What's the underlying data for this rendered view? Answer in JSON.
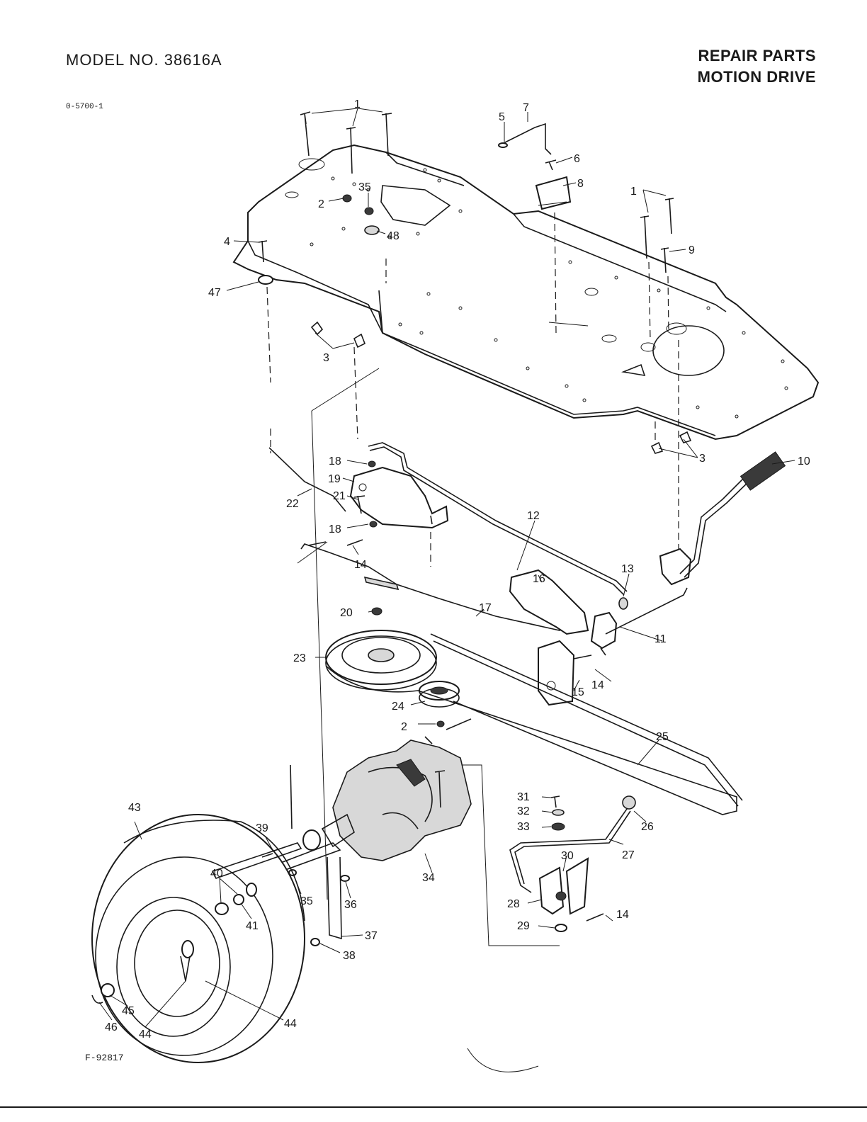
{
  "header": {
    "model": "MODEL NO. 38616A",
    "title_line1": "REPAIR PARTS",
    "title_line2": "MOTION DRIVE",
    "doc_code": "0-5700-1"
  },
  "footer": {
    "figure_code": "F-92817"
  },
  "callouts": [
    {
      "id": "c1a",
      "text": "1"
    },
    {
      "id": "c1b",
      "text": "1"
    },
    {
      "id": "c2a",
      "text": "2"
    },
    {
      "id": "c2b",
      "text": "2"
    },
    {
      "id": "c3a",
      "text": "3"
    },
    {
      "id": "c3b",
      "text": "3"
    },
    {
      "id": "c4",
      "text": "4"
    },
    {
      "id": "c5",
      "text": "5"
    },
    {
      "id": "c6",
      "text": "6"
    },
    {
      "id": "c7",
      "text": "7"
    },
    {
      "id": "c8",
      "text": "8"
    },
    {
      "id": "c9",
      "text": "9"
    },
    {
      "id": "c10",
      "text": "10"
    },
    {
      "id": "c11",
      "text": "11"
    },
    {
      "id": "c12",
      "text": "12"
    },
    {
      "id": "c13",
      "text": "13"
    },
    {
      "id": "c14a",
      "text": "14"
    },
    {
      "id": "c14b",
      "text": "14"
    },
    {
      "id": "c14c",
      "text": "14"
    },
    {
      "id": "c15",
      "text": "15"
    },
    {
      "id": "c16",
      "text": "16"
    },
    {
      "id": "c17",
      "text": "17"
    },
    {
      "id": "c18a",
      "text": "18"
    },
    {
      "id": "c18b",
      "text": "18"
    },
    {
      "id": "c19",
      "text": "19"
    },
    {
      "id": "c20",
      "text": "20"
    },
    {
      "id": "c21",
      "text": "21"
    },
    {
      "id": "c22",
      "text": "22"
    },
    {
      "id": "c23",
      "text": "23"
    },
    {
      "id": "c24",
      "text": "24"
    },
    {
      "id": "c25",
      "text": "25"
    },
    {
      "id": "c26",
      "text": "26"
    },
    {
      "id": "c27",
      "text": "27"
    },
    {
      "id": "c28",
      "text": "28"
    },
    {
      "id": "c29",
      "text": "29"
    },
    {
      "id": "c30",
      "text": "30"
    },
    {
      "id": "c31",
      "text": "31"
    },
    {
      "id": "c32",
      "text": "32"
    },
    {
      "id": "c33",
      "text": "33"
    },
    {
      "id": "c34",
      "text": "34"
    },
    {
      "id": "c35a",
      "text": "35"
    },
    {
      "id": "c35b",
      "text": "35"
    },
    {
      "id": "c36",
      "text": "36"
    },
    {
      "id": "c37",
      "text": "37"
    },
    {
      "id": "c38",
      "text": "38"
    },
    {
      "id": "c39",
      "text": "39"
    },
    {
      "id": "c40",
      "text": "40"
    },
    {
      "id": "c41",
      "text": "41"
    },
    {
      "id": "c43",
      "text": "43"
    },
    {
      "id": "c44a",
      "text": "44"
    },
    {
      "id": "c44b",
      "text": "44"
    },
    {
      "id": "c45",
      "text": "45"
    },
    {
      "id": "c46",
      "text": "46"
    },
    {
      "id": "c47",
      "text": "47"
    },
    {
      "id": "c48",
      "text": "48"
    }
  ]
}
